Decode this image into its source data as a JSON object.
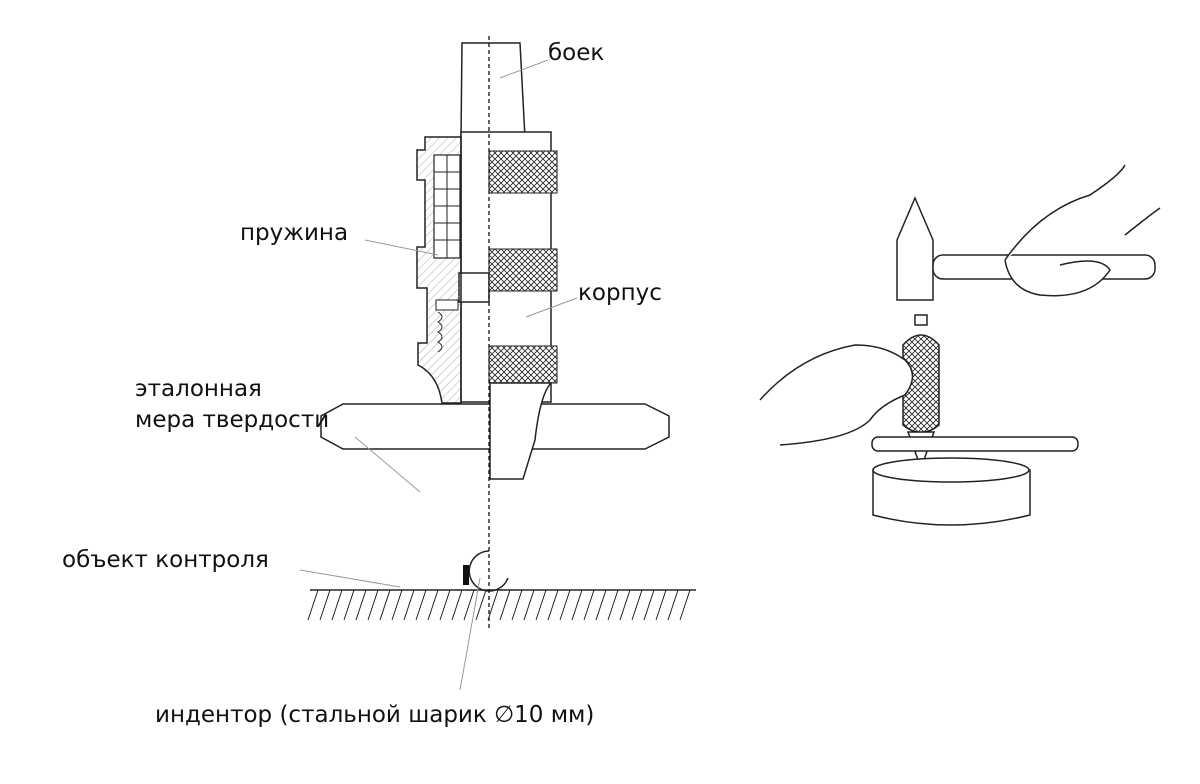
{
  "labels": {
    "striker": "боек",
    "spring": "пружина",
    "body": "корпус",
    "reference_line1": "эталонная",
    "reference_line2": "мера твердости",
    "test_object": "объект контроля",
    "indenter": "индентор (стальной шарик ∅10 мм)"
  }
}
